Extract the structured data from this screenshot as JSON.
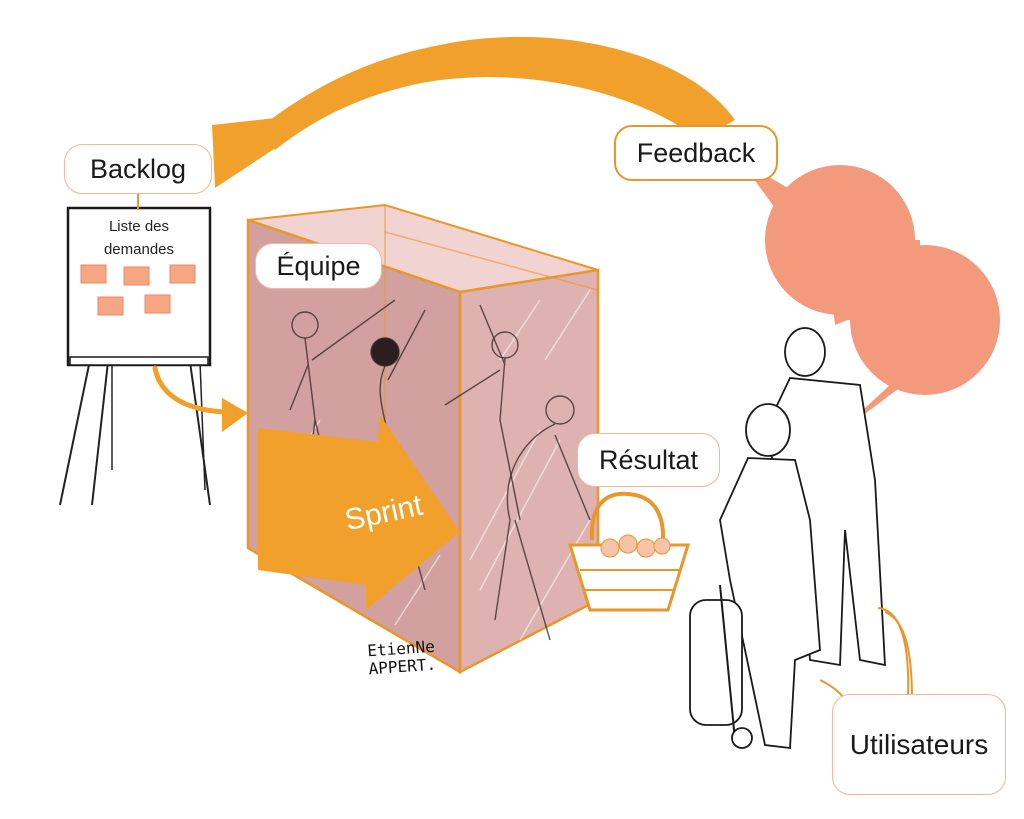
{
  "labels": {
    "backlog": "Backlog",
    "feedback": "Feedback",
    "equipe": "Équipe",
    "resultat": "Résultat",
    "utilisateurs": "Utilisateurs",
    "sprint": "Sprint"
  },
  "flipchart": {
    "line1": "Liste des",
    "line2": "demandes"
  },
  "signature": {
    "line1": "EtienNe",
    "line2": "APPERT."
  },
  "colors": {
    "orange": "#f1a12b",
    "salmon": "#f29a7b",
    "box_fill": "#c98f8e",
    "box_outline": "#e9962b",
    "sticky": "#f6a683",
    "label_border": "#f2b79c"
  }
}
